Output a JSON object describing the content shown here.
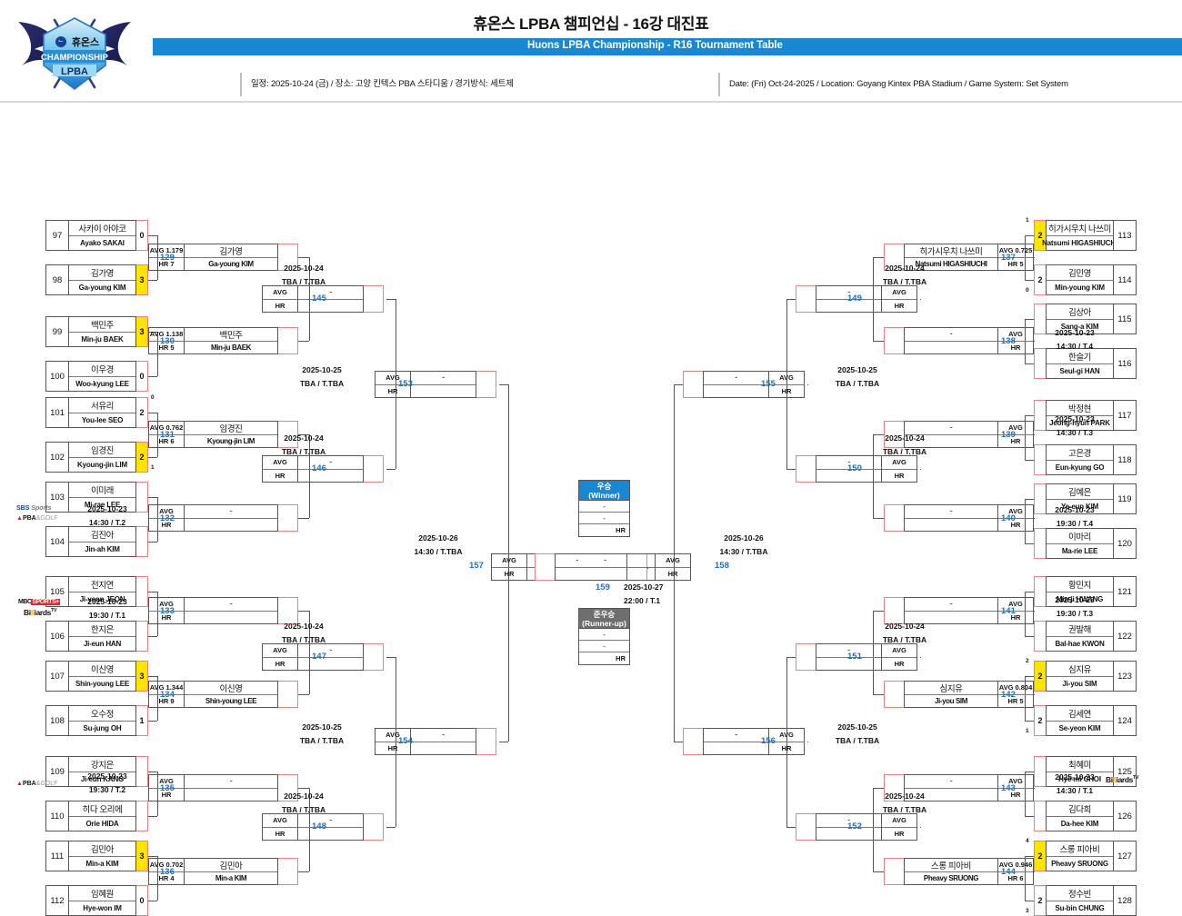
{
  "header": {
    "title_ko": "휴온스 LPBA 챔피언십 - 16강 대진표",
    "title_en": "Huons LPBA Championship - R16 Tournament Table",
    "meta_ko": "일정: 2025-10-24 (금) / 장소: 고양 킨텍스 PBA 스타디움 / 경기방식: 세트제",
    "meta_en": "Date: (Fri) Oct-24-2025 / Location: Goyang Kintex PBA Stadium / Game System: Set System",
    "logo_brand": "휴온스",
    "logo_line2": "CHAMPIONSHIP",
    "logo_line3": "LPBA",
    "accent_color": "#1888d4"
  },
  "broadcast_logos": {
    "sbs": "SBS Sports",
    "pba_golf": "PBA GOLF",
    "mbc": "MBC SPORTS+",
    "billiards": "Billiards TV"
  },
  "final": {
    "winner_ko": "우승",
    "winner_en": "(Winner)",
    "runner_ko": "준우승",
    "runner_en": "(Runner-up)",
    "placeholder": "-",
    "hr_label": "HR",
    "match_id": "159",
    "sched_date": "2025-10-27",
    "sched_time": "22:00 / T.1"
  },
  "labels": {
    "avg": "AVG",
    "hr": "HR",
    "dash": "-"
  },
  "players_left": [
    {
      "seed": "97",
      "kr": "사카이 아야코",
      "en": "Ayako SAKAI",
      "score": "0",
      "win": false
    },
    {
      "seed": "98",
      "kr": "김가영",
      "en": "Ga-young KIM",
      "score": "3",
      "win": true
    },
    {
      "seed": "99",
      "kr": "백민주",
      "en": "Min-ju BAEK",
      "score": "3",
      "win": true
    },
    {
      "seed": "100",
      "kr": "이우경",
      "en": "Woo-kyung LEE",
      "score": "0",
      "win": false
    },
    {
      "seed": "101",
      "kr": "서유리",
      "en": "You-lee SEO",
      "score": "2",
      "win": false,
      "sets": "0"
    },
    {
      "seed": "102",
      "kr": "임경진",
      "en": "Kyoung-jin LIM",
      "score": "2",
      "win": true,
      "sets": "1"
    },
    {
      "seed": "103",
      "kr": "이미래",
      "en": "Mi-rae LEE",
      "score": "",
      "win": false
    },
    {
      "seed": "104",
      "kr": "김진아",
      "en": "Jin-ah KIM",
      "score": "",
      "win": false
    },
    {
      "seed": "105",
      "kr": "전지연",
      "en": "Ji-yeon JEON",
      "score": "",
      "win": false
    },
    {
      "seed": "106",
      "kr": "한지은",
      "en": "Ji-eun HAN",
      "score": "",
      "win": false
    },
    {
      "seed": "107",
      "kr": "이신영",
      "en": "Shin-young LEE",
      "score": "3",
      "win": true
    },
    {
      "seed": "108",
      "kr": "오수정",
      "en": "Su-jung OH",
      "score": "1",
      "win": false
    },
    {
      "seed": "109",
      "kr": "강지은",
      "en": "Ji-eun KANG",
      "score": "",
      "win": false
    },
    {
      "seed": "110",
      "kr": "히다 오리에",
      "en": "Orie HIDA",
      "score": "",
      "win": false
    },
    {
      "seed": "111",
      "kr": "김민아",
      "en": "Min-a KIM",
      "score": "3",
      "win": true
    },
    {
      "seed": "112",
      "kr": "임혜원",
      "en": "Hye-won IM",
      "score": "0",
      "win": false
    }
  ],
  "players_right": [
    {
      "seed": "113",
      "kr": "히가시우치 나쓰미",
      "en": "Natsumi HIGASHIUCHI",
      "score": "2",
      "win": true,
      "sets": "1"
    },
    {
      "seed": "114",
      "kr": "김민영",
      "en": "Min-young KIM",
      "score": "2",
      "win": false,
      "sets": "0"
    },
    {
      "seed": "115",
      "kr": "김상아",
      "en": "Sang-a KIM",
      "score": "",
      "win": false
    },
    {
      "seed": "116",
      "kr": "한슬기",
      "en": "Seul-gi HAN",
      "score": "",
      "win": false
    },
    {
      "seed": "117",
      "kr": "박정현",
      "en": "Jeong-hyun PARK",
      "score": "",
      "win": false
    },
    {
      "seed": "118",
      "kr": "고은경",
      "en": "Eun-kyung GO",
      "score": "",
      "win": false
    },
    {
      "seed": "119",
      "kr": "김예은",
      "en": "Ye-eun KIM",
      "score": "",
      "win": false
    },
    {
      "seed": "120",
      "kr": "이마리",
      "en": "Ma-rie LEE",
      "score": "",
      "win": false
    },
    {
      "seed": "121",
      "kr": "황민지",
      "en": "Min-ji HWANG",
      "score": "",
      "win": false
    },
    {
      "seed": "122",
      "kr": "권발해",
      "en": "Bal-hae KWON",
      "score": "",
      "win": false
    },
    {
      "seed": "123",
      "kr": "심지유",
      "en": "Ji-you SIM",
      "score": "2",
      "win": true,
      "sets": "2"
    },
    {
      "seed": "124",
      "kr": "김세연",
      "en": "Se-yeon KIM",
      "score": "2",
      "win": false,
      "sets": "1"
    },
    {
      "seed": "125",
      "kr": "최혜미",
      "en": "Hye-mi CHOI",
      "score": "",
      "win": false
    },
    {
      "seed": "126",
      "kr": "김다희",
      "en": "Da-hee KIM",
      "score": "",
      "win": false
    },
    {
      "seed": "127",
      "kr": "스롱 피아비",
      "en": "Pheavy SRUONG",
      "score": "2",
      "win": true,
      "sets": "4"
    },
    {
      "seed": "128",
      "kr": "정수빈",
      "en": "Su-bin CHUNG",
      "score": "2",
      "win": false,
      "sets": "3"
    }
  ],
  "r32_left": [
    {
      "id": "129",
      "avg": "AVG 1.179",
      "hr": "HR 7",
      "kr": "김가영",
      "en": "Ga-young KIM"
    },
    {
      "id": "130",
      "avg": "AVG 1.138",
      "hr": "HR 5",
      "kr": "백민주",
      "en": "Min-ju BAEK"
    },
    {
      "id": "131",
      "avg": "AVG 0.762",
      "hr": "HR 6",
      "kr": "임경진",
      "en": "Kyoung-jin LIM"
    },
    {
      "id": "132",
      "avg": "AVG",
      "hr": "HR",
      "kr": "-",
      "en": ""
    },
    {
      "id": "133",
      "avg": "AVG",
      "hr": "HR",
      "kr": "-",
      "en": ""
    },
    {
      "id": "134",
      "avg": "AVG 1.344",
      "hr": "HR 9",
      "kr": "이신영",
      "en": "Shin-young LEE"
    },
    {
      "id": "135",
      "avg": "AVG",
      "hr": "HR",
      "kr": "-",
      "en": ""
    },
    {
      "id": "136",
      "avg": "AVG 0.702",
      "hr": "HR 4",
      "kr": "김민아",
      "en": "Min-a KIM"
    }
  ],
  "r32_right": [
    {
      "id": "137",
      "avg": "AVG 0.725",
      "hr": "HR 5",
      "kr": "히가시우치 나쓰미",
      "en": "Natsumi HIGASHIUCHI"
    },
    {
      "id": "138",
      "avg": "AVG",
      "hr": "HR",
      "kr": "-",
      "en": ""
    },
    {
      "id": "139",
      "avg": "AVG",
      "hr": "HR",
      "kr": "-",
      "en": ""
    },
    {
      "id": "140",
      "avg": "AVG",
      "hr": "HR",
      "kr": "-",
      "en": ""
    },
    {
      "id": "141",
      "avg": "AVG",
      "hr": "HR",
      "kr": "-",
      "en": ""
    },
    {
      "id": "142",
      "avg": "AVG 0.804",
      "hr": "HR 5",
      "kr": "심지유",
      "en": "Ji-you SIM"
    },
    {
      "id": "143",
      "avg": "AVG",
      "hr": "HR",
      "kr": "-",
      "en": ""
    },
    {
      "id": "144",
      "avg": "AVG 0.946",
      "hr": "HR 6",
      "kr": "스롱 피아비",
      "en": "Pheavy SRUONG"
    }
  ],
  "r16_left": [
    {
      "id": "145",
      "avg": "AVG",
      "hr": "HR",
      "kr": "-",
      "en": ""
    },
    {
      "id": "146",
      "avg": "AVG",
      "hr": "HR",
      "kr": "-",
      "en": ""
    },
    {
      "id": "147",
      "avg": "AVG",
      "hr": "HR",
      "kr": "-",
      "en": ""
    },
    {
      "id": "148",
      "avg": "AVG",
      "hr": "HR",
      "kr": "-",
      "en": ""
    }
  ],
  "r16_right": [
    {
      "id": "149",
      "avg": "AVG",
      "hr": "HR",
      "kr": "-",
      "en": ""
    },
    {
      "id": "150",
      "avg": "AVG",
      "hr": "HR",
      "kr": "-",
      "en": ""
    },
    {
      "id": "151",
      "avg": "AVG",
      "hr": "HR",
      "kr": "-",
      "en": ""
    },
    {
      "id": "152",
      "avg": "AVG",
      "hr": "HR",
      "kr": "-",
      "en": ""
    }
  ],
  "qf_left": [
    {
      "id": "153",
      "avg": "AVG",
      "hr": "HR",
      "kr": "-",
      "en": ""
    },
    {
      "id": "154",
      "avg": "AVG",
      "hr": "HR",
      "kr": "-",
      "en": ""
    }
  ],
  "qf_right": [
    {
      "id": "155",
      "avg": "AVG",
      "hr": "HR",
      "kr": "-",
      "en": ""
    },
    {
      "id": "156",
      "avg": "AVG",
      "hr": "HR",
      "kr": "-",
      "en": ""
    }
  ],
  "sf_left": {
    "id": "157",
    "avg": "AVG",
    "hr": "HR",
    "kr": "-",
    "en": ""
  },
  "sf_right": {
    "id": "158",
    "avg": "AVG",
    "hr": "HR",
    "kr": "-",
    "en": ""
  },
  "sched_r32_left": [
    {
      "date": "2025-10-23",
      "time": "14:30 / T.2"
    },
    {
      "date": "2025-10-23",
      "time": "19:30 / T.1"
    },
    {
      "date": "2025-10-23",
      "time": "19:30 / T.2"
    }
  ],
  "sched_r32_right": [
    {
      "date": "2025-10-23",
      "time": "14:30 / T.4"
    },
    {
      "date": "2025-10-23",
      "time": "14:30 / T.3"
    },
    {
      "date": "2025-10-23",
      "time": "19:30 / T.4"
    },
    {
      "date": "2025-10-23",
      "time": "19:30 / T.3"
    },
    {
      "date": "2025-10-23",
      "time": "14:30 / T.1"
    }
  ],
  "sched_r16": [
    {
      "date": "2025-10-24",
      "time": "TBA / T.TBA"
    },
    {
      "date": "2025-10-24",
      "time": "TBA / T.TBA"
    },
    {
      "date": "2025-10-24",
      "time": "TBA / T.TBA"
    },
    {
      "date": "2025-10-24",
      "time": "TBA / T.TBA"
    }
  ],
  "sched_qf": [
    {
      "date": "2025-10-25",
      "time": "TBA / T.TBA"
    },
    {
      "date": "2025-10-25",
      "time": "TBA / T.TBA"
    }
  ],
  "sched_sf": [
    {
      "date": "2025-10-26",
      "time": "14:30 / T.TBA"
    },
    {
      "date": "2025-10-26",
      "time": "14:30 / T.TBA"
    }
  ]
}
